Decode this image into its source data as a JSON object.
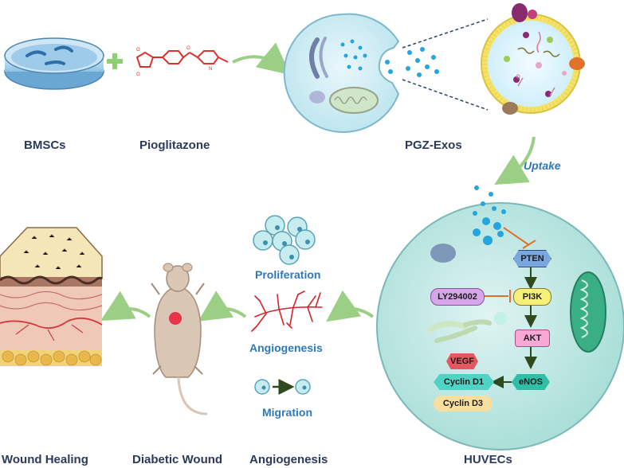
{
  "labels": {
    "bmscs": "BMSCs",
    "pioglitazone": "Pioglitazone",
    "pgz_exos": "PGZ-Exos",
    "uptake": "Uptake",
    "proliferation": "Proliferation",
    "angiogenesis_mid": "Angiogenesis",
    "migration": "Migration",
    "wound_healing": "Wound Healing",
    "diabetic_wound": "Diabetic Wound",
    "angiogenesis_bottom": "Angiogenesis",
    "huvecs": "HUVECs"
  },
  "pathway": {
    "pten": "PTEN",
    "pi3k": "PI3K",
    "akt": "AKT",
    "enos": "eNOS",
    "ly294002": "LY294002",
    "vegf": "VEGF",
    "cyclin_d1": "Cyclin D1",
    "cyclin_d3": "Cyclin D3"
  },
  "colors": {
    "label_dark": "#2a3a5c",
    "label_blue": "#2f78b8",
    "arrow_green": "#9bcf86",
    "inhibit_orange": "#e0702c",
    "pten_blue": "#7aa7e0",
    "pi3k_yellow": "#f6f07a",
    "akt_pink": "#f7a8d6",
    "enos_teal": "#2fbfa6",
    "ly_purple": "#d7a6e8",
    "vegf_red": "#e4585f",
    "cyclin_d1_teal": "#4fd3c4",
    "cyclin_d3_peach": "#f7dfa0"
  }
}
